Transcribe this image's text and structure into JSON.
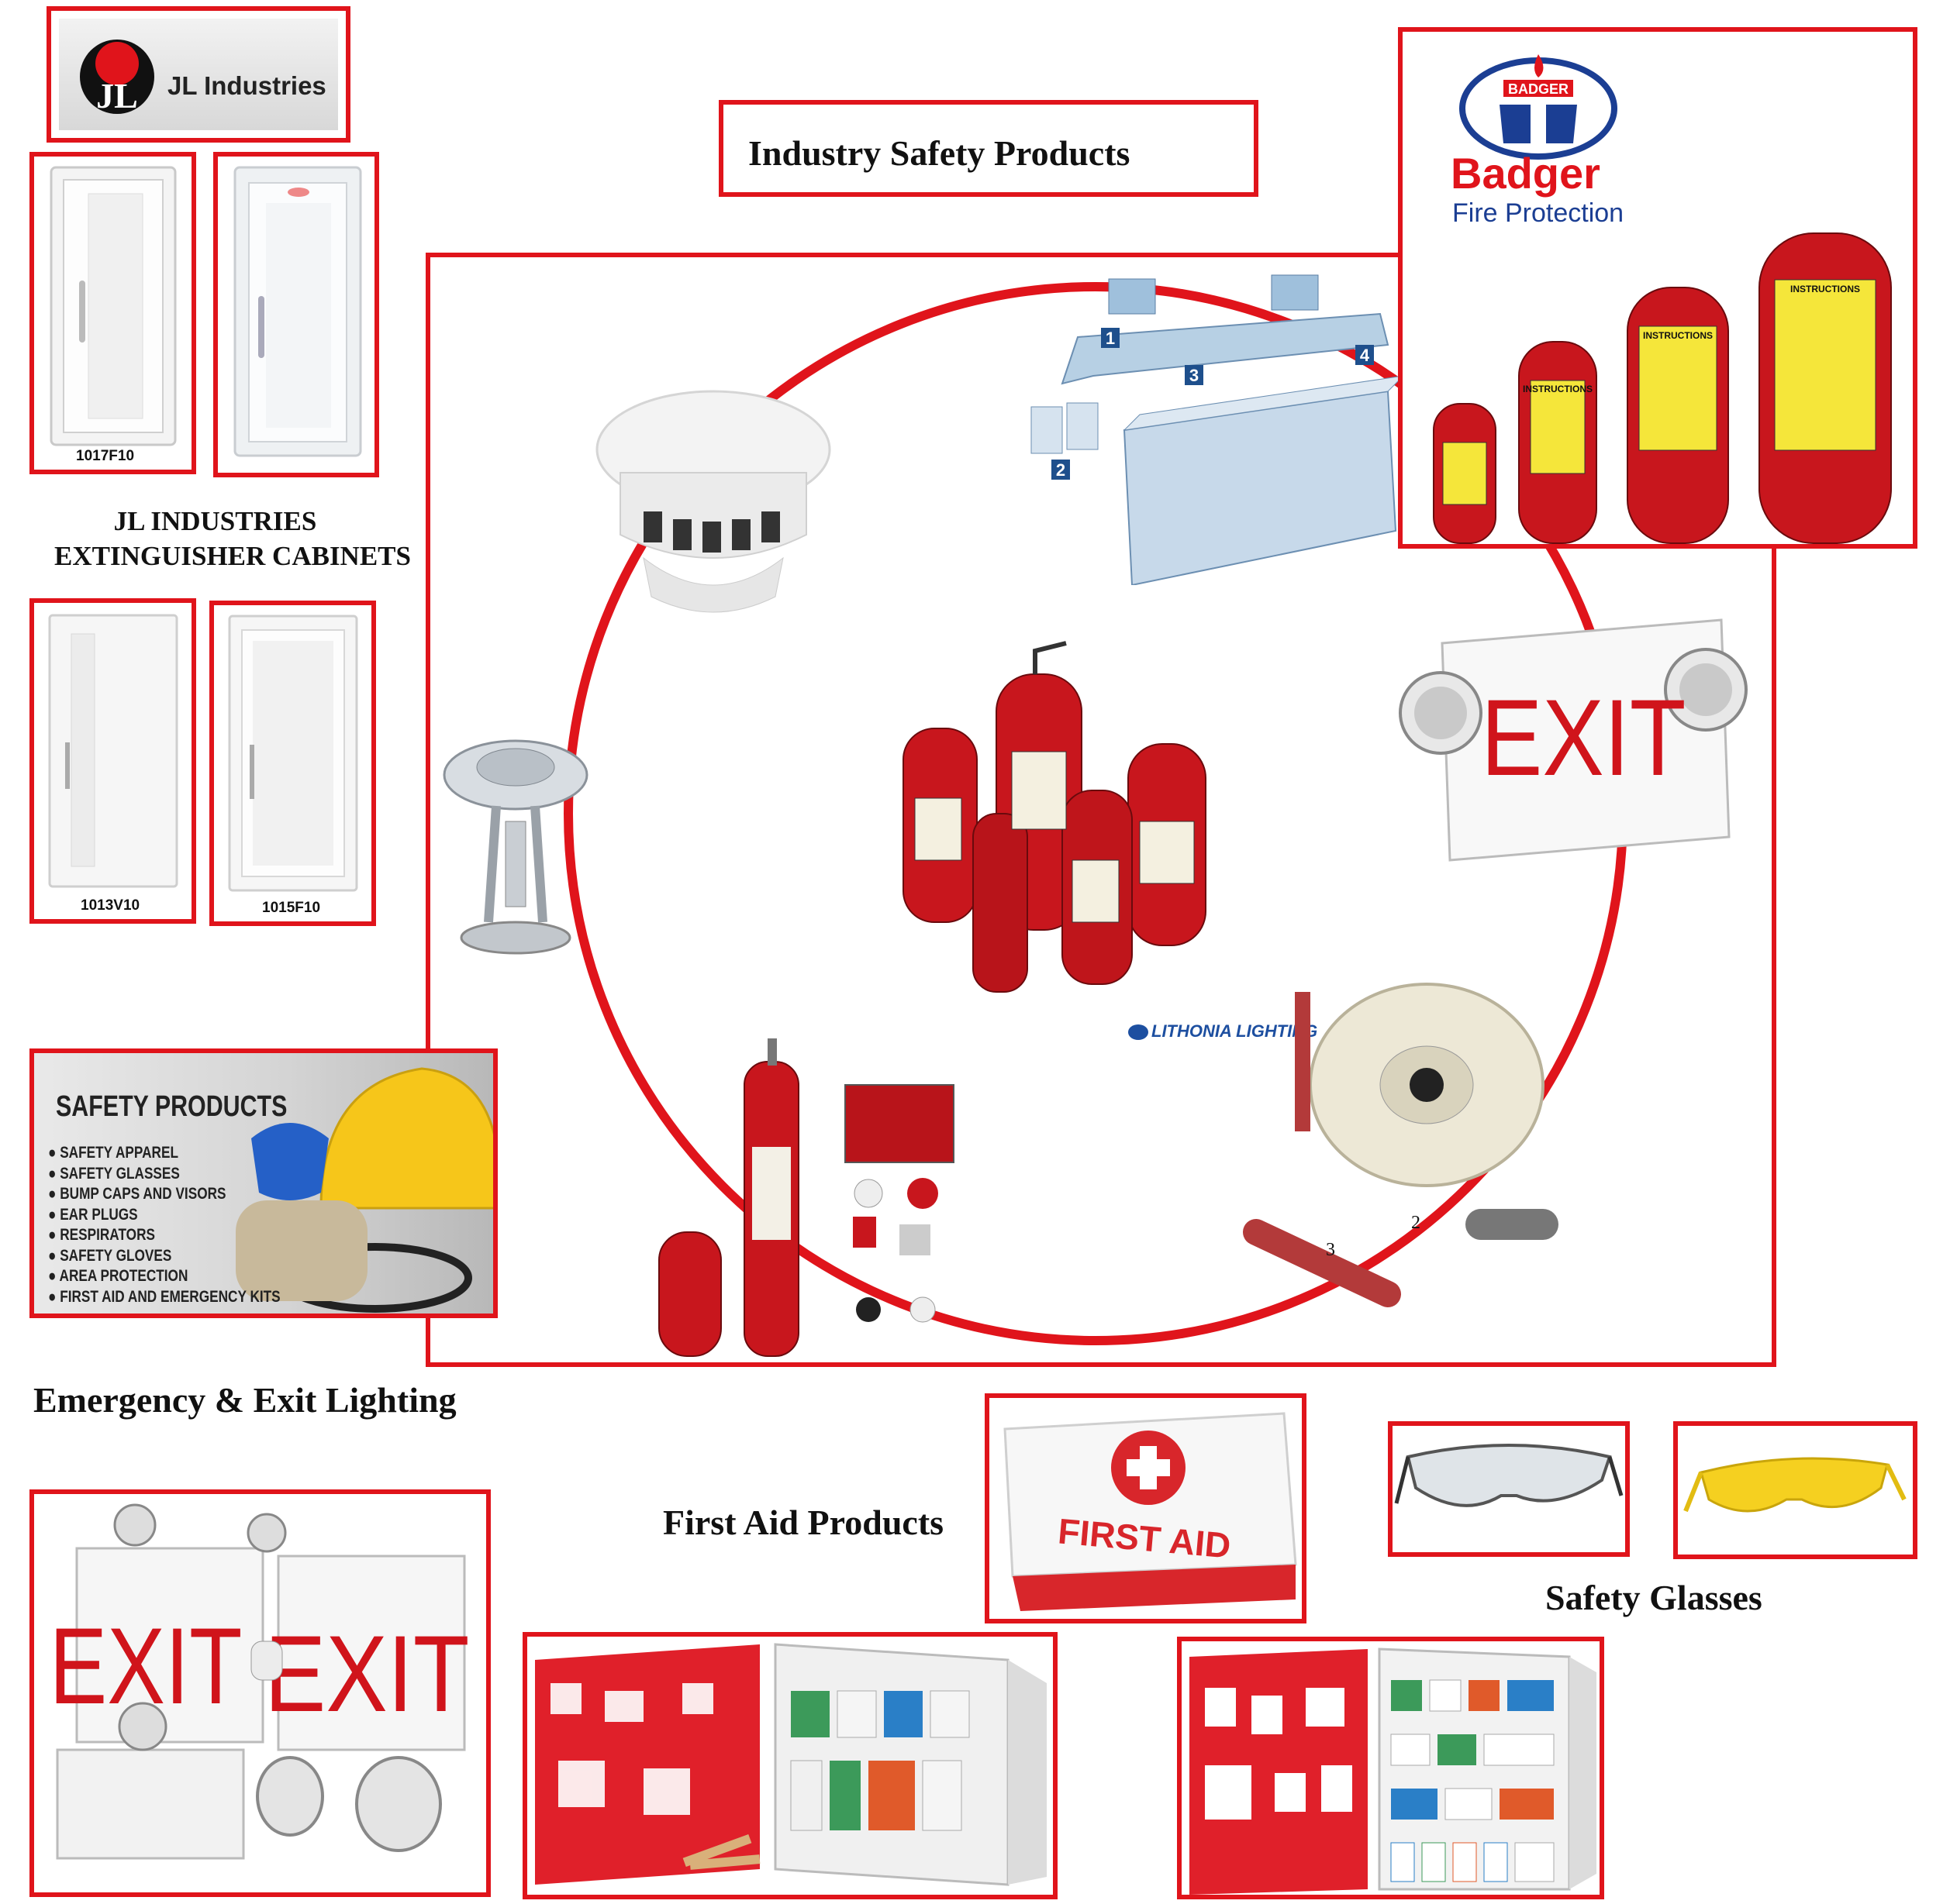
{
  "brands": {
    "jl": "JL Industries",
    "badger_badge": "BADGER",
    "badger_name": "Badger",
    "badger_sub": "Fire Protection",
    "lithonia": "LITHONIA LIGHTING"
  },
  "headings": {
    "main": "Industry Safety Products",
    "cabinets_line1": "JL INDUSTRIES",
    "cabinets_line2": "EXTINGUISHER CABINETS",
    "emergency": "Emergency & Exit Lighting",
    "first_aid": "First Aid Products",
    "safety_glasses": "Safety Glasses"
  },
  "cabinet_models": [
    "1017F10",
    "1013V10",
    "1015F10"
  ],
  "safety_products": {
    "title": "SAFETY PRODUCTS",
    "items": [
      "SAFETY APPAREL",
      "SAFETY GLASSES",
      "BUMP CAPS AND VISORS",
      "EAR PLUGS",
      "RESPIRATORS",
      "SAFETY GLOVES",
      "AREA PROTECTION",
      "FIRST AID AND EMERGENCY KITS"
    ]
  },
  "signs": {
    "exit": "EXIT",
    "first_aid_kit": "FIRST AID"
  },
  "extinguisher_label": "INSTRUCTIONS",
  "kitchen_numbers": [
    "1",
    "2",
    "3",
    "4"
  ],
  "hose_numbers": [
    "2",
    "3"
  ],
  "colors": {
    "accent": "#e0141b",
    "extinguisher": "#c8161d",
    "badger_blue": "#1b3e93",
    "glasses_yellow": "#f5d020"
  }
}
